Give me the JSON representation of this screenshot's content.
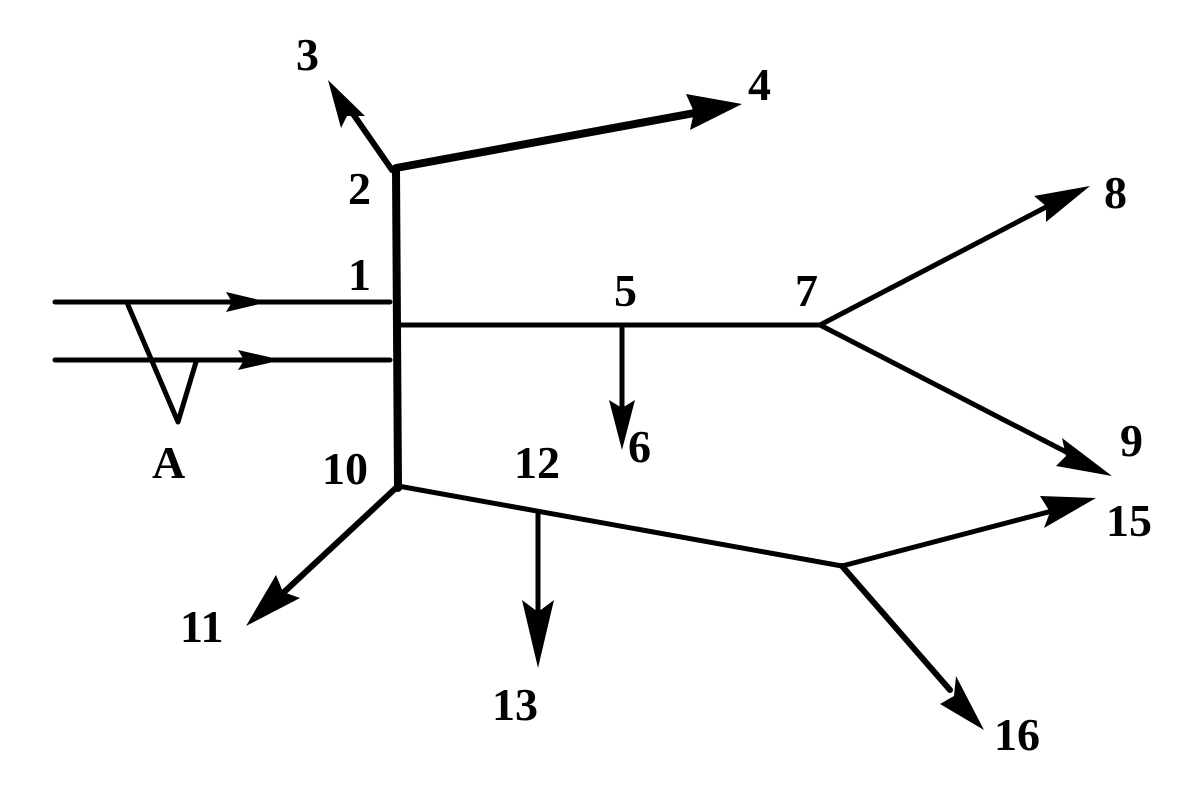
{
  "labels": {
    "n1": "1",
    "n2": "2",
    "n3": "3",
    "n4": "4",
    "n5": "5",
    "n6": "6",
    "n7": "7",
    "n8": "8",
    "n9": "9",
    "n10": "10",
    "n11": "11",
    "n12": "12",
    "n13": "13",
    "n15": "15",
    "n16": "16",
    "a": "A"
  },
  "colors": {
    "ink": "#000000",
    "background": "#ffffff"
  }
}
